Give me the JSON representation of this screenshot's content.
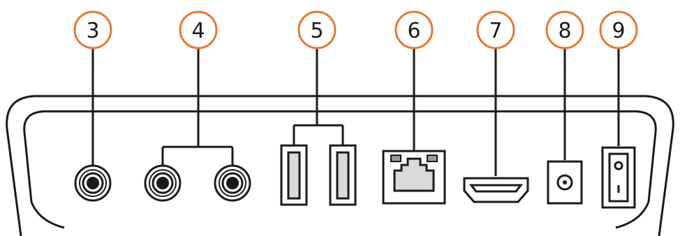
{
  "callouts": [
    {
      "label": "3",
      "part": "composite-audio-video-jack"
    },
    {
      "label": "4",
      "part": "audio-lr-rca-jacks"
    },
    {
      "label": "5",
      "part": "usb-ports"
    },
    {
      "label": "6",
      "part": "ethernet-port"
    },
    {
      "label": "7",
      "part": "hdmi-port"
    },
    {
      "label": "8",
      "part": "dc-power-jack"
    },
    {
      "label": "9",
      "part": "power-switch"
    }
  ],
  "colors": {
    "callout_ring": "#e8772e",
    "outline": "#1a1a1a",
    "led": "#9a9a9a",
    "port_fill": "#d9d9d9",
    "background": "#ffffff"
  }
}
